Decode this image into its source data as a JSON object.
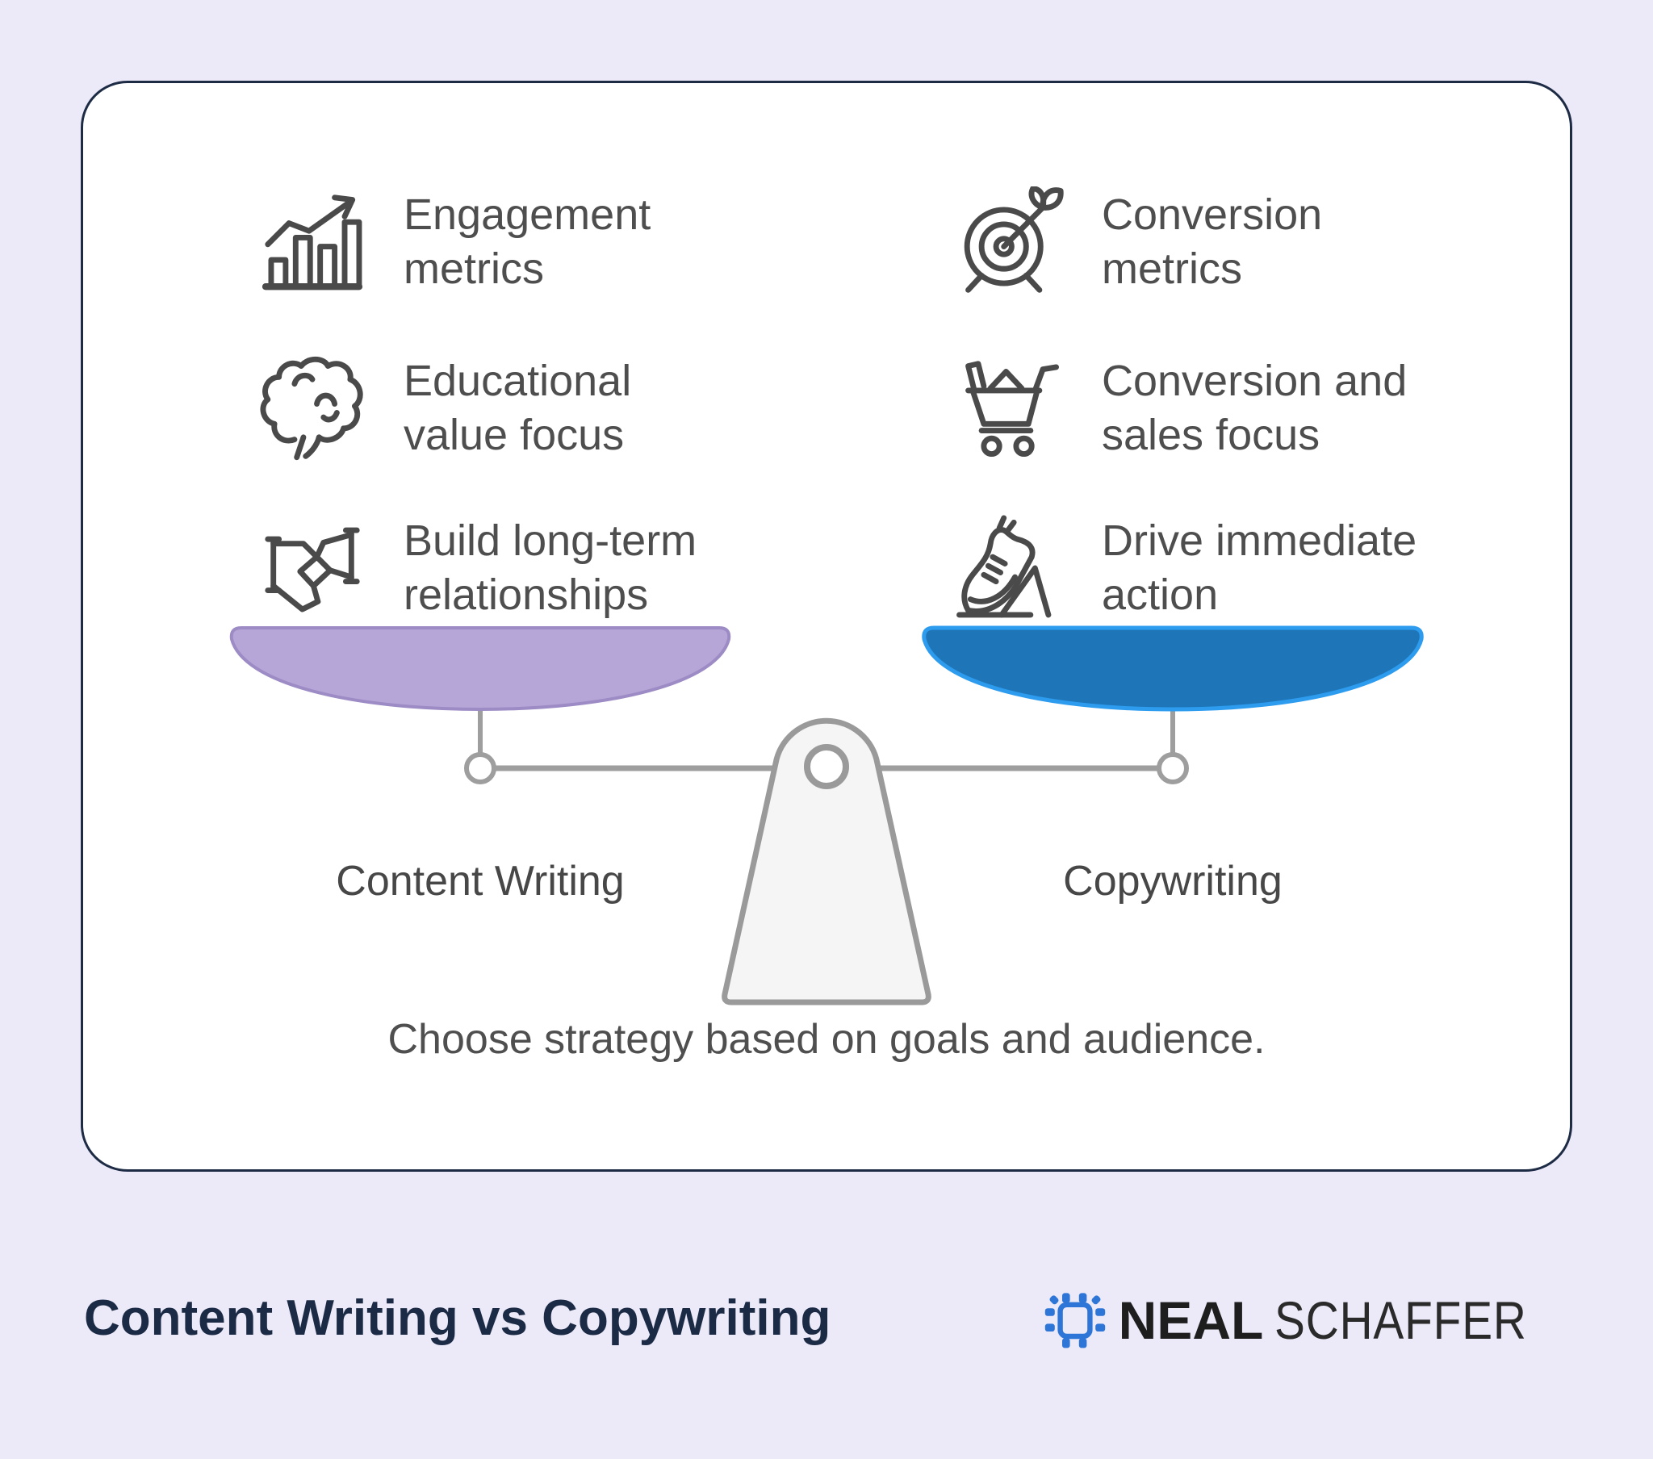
{
  "colors": {
    "page_background": "#ECE9F8",
    "card_border": "#1D2B45",
    "icon_stroke": "#4A4A4A",
    "left_pan_fill": "#B5A6D7",
    "left_pan_stroke": "#9C8BC4",
    "right_pan_fill": "#1E76B9",
    "right_pan_stroke": "#2D9CEF",
    "scale_gray": "#9E9E9E",
    "fulcrum_fill": "#F5F5F5",
    "brand_blue": "#2E75D8"
  },
  "left": {
    "pan_label": "Content Writing",
    "items": [
      {
        "icon": "bar-chart-trend-icon",
        "line1": "Engagement",
        "line2": "metrics"
      },
      {
        "icon": "brain-icon",
        "line1": "Educational",
        "line2": "value focus"
      },
      {
        "icon": "handshake-icon",
        "line1": "Build long-term",
        "line2": "relationships"
      }
    ]
  },
  "right": {
    "pan_label": "Copywriting",
    "items": [
      {
        "icon": "target-arrow-icon",
        "line1": "Conversion",
        "line2": "metrics"
      },
      {
        "icon": "shopping-cart-icon",
        "line1": "Conversion and",
        "line2": "sales focus"
      },
      {
        "icon": "running-shoe-icon",
        "line1": "Drive immediate",
        "line2": "action"
      }
    ]
  },
  "caption": "Choose strategy based on goals and audience.",
  "footer": {
    "title": "Content Writing vs Copywriting",
    "brand_bold": "NEAL",
    "brand_light": "SCHAFFER"
  }
}
